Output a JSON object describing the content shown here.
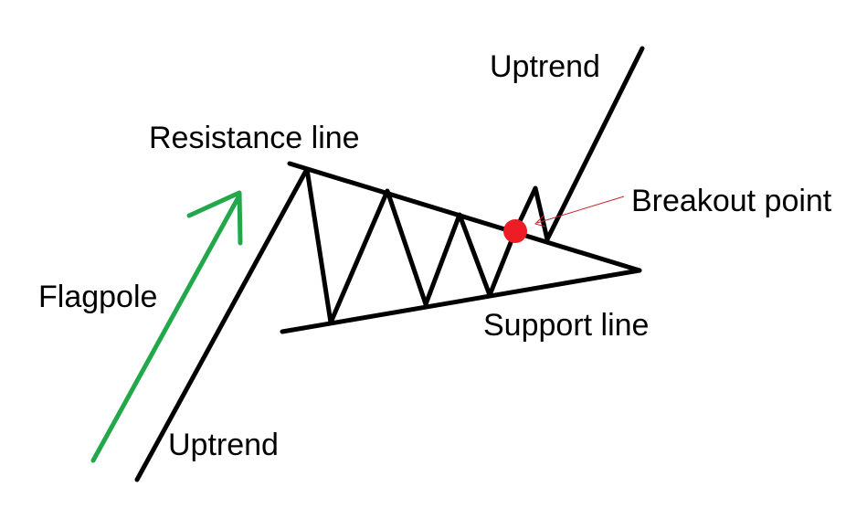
{
  "labels": {
    "uptrend_top": "Uptrend",
    "resistance": "Resistance line",
    "breakout": "Breakout point",
    "flagpole": "Flagpole",
    "support": "Support line",
    "uptrend_bottom": "Uptrend"
  },
  "colors": {
    "flagpole_arrow": "#22a84a",
    "breakout_marker": "#ee1c24",
    "pointer": "#c8202a",
    "lines": "#000000"
  },
  "icons": {
    "flagpole_arrow": "arrow-up-right-icon",
    "breakout_marker": "red-dot-icon"
  }
}
